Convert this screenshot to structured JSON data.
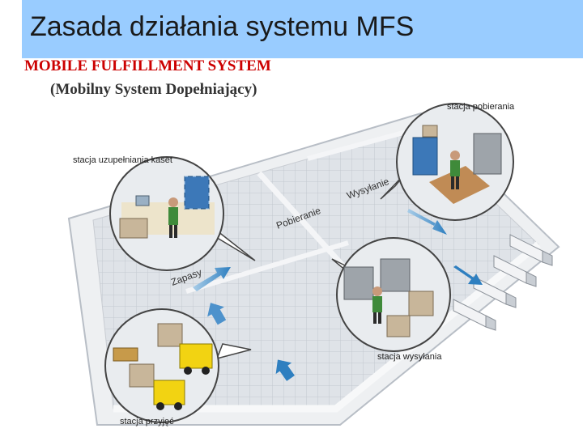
{
  "slide": {
    "title": "Zasada działania systemu MFS",
    "subtitle": "MOBILE FULFILLMENT SYSTEM",
    "subtitle_pl": "(Mobilny System Dopełniający)"
  },
  "diagram": {
    "stations": {
      "picking": "stacja pobierania",
      "cassette_refill": "stacja uzupełniania kaset",
      "shipping": "stacja wysyłania",
      "receiving": "stacja przyjęć"
    },
    "floor_labels": {
      "shipping": "Wysyłanie",
      "picking": "Pobieranie",
      "stock": "Zapasy"
    },
    "colors": {
      "title_bar": "#99ccff",
      "subtitle_red": "#cc0000",
      "flow_arrow": "#2e7fc0",
      "floor": "#d9dde2",
      "circle_border": "#444444"
    }
  }
}
